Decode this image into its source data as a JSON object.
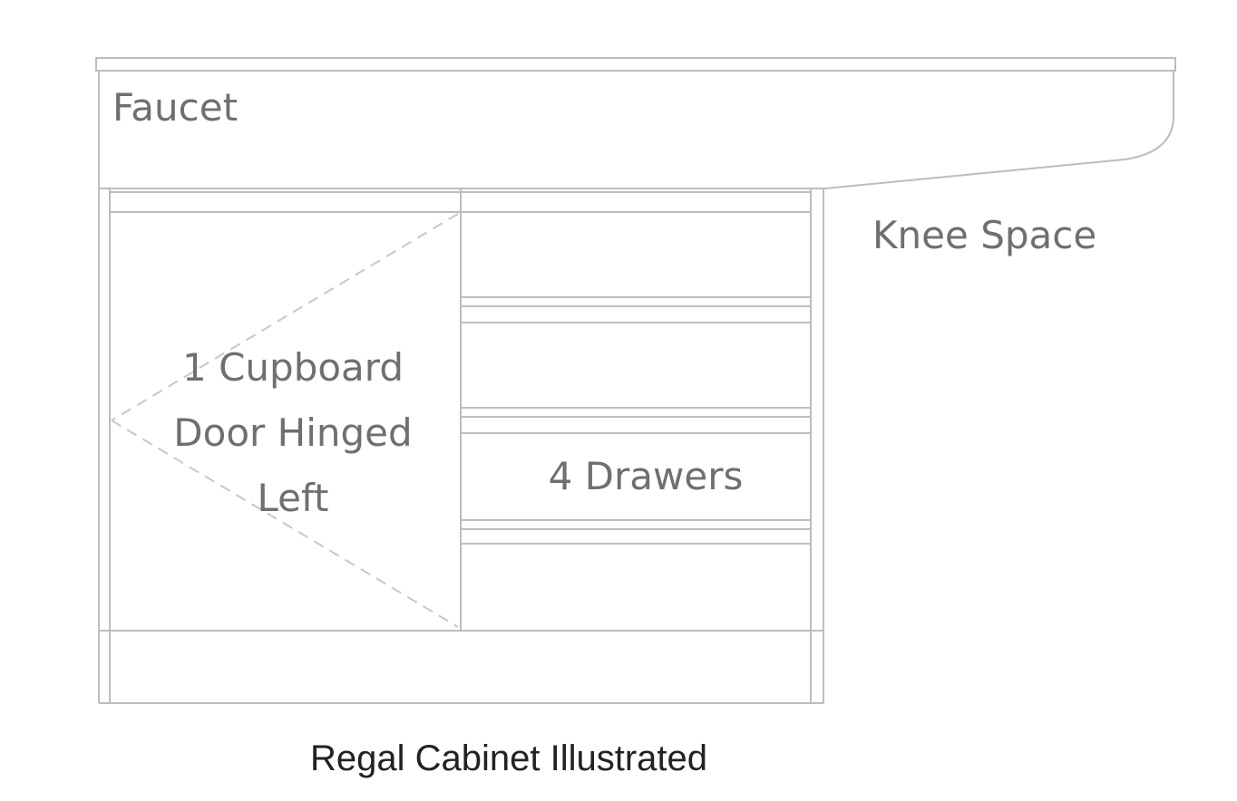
{
  "labels": {
    "faucet": "Faucet",
    "knee_space": "Knee Space",
    "cupboard_line1": "1 Cupboard",
    "cupboard_line2": "Door Hinged",
    "cupboard_line3": "Left",
    "drawers": "4 Drawers"
  },
  "caption": "Regal Cabinet Illustrated",
  "colors": {
    "line": "#bdbdbd",
    "dashed_line": "#c8c8c8",
    "label_text": "#6f6f6f",
    "caption_text": "#222222"
  }
}
